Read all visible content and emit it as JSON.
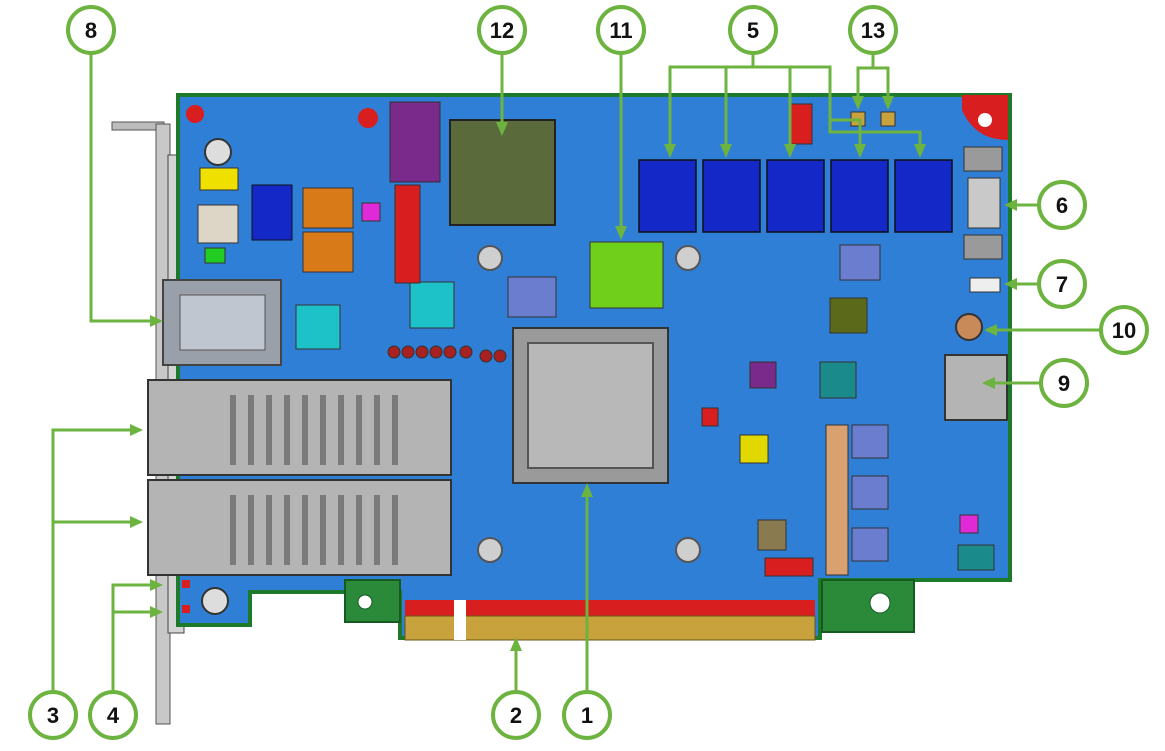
{
  "colors": {
    "pcb": "#2f7fd6",
    "pcb_edge": "#1d7a2a",
    "callout": "#6cb33f",
    "connector_gold": "#c8a23c",
    "connector_red": "#d81e1e",
    "fpga_gray": "#9a9a9a",
    "memory_blue": "#1428c8",
    "green_chip": "#6fcf1a",
    "olive_chip": "#5a6a3a",
    "cage_gray": "#b4b4b4"
  },
  "callouts": [
    {
      "label": "1",
      "target": "fpga-package"
    },
    {
      "label": "2",
      "target": "pcie-edge-connector"
    },
    {
      "label": "3",
      "target": "qsfp-cages"
    },
    {
      "label": "4",
      "target": "status-leds"
    },
    {
      "label": "5",
      "target": "memory-chips"
    },
    {
      "label": "6",
      "target": "side-connector"
    },
    {
      "label": "7",
      "target": "small-header-connector"
    },
    {
      "label": "8",
      "target": "rj45-port"
    },
    {
      "label": "9",
      "target": "power-connector"
    },
    {
      "label": "10",
      "target": "coin-battery"
    },
    {
      "label": "11",
      "target": "green-chip"
    },
    {
      "label": "12",
      "target": "olive-chip"
    },
    {
      "label": "13",
      "target": "test-points"
    }
  ]
}
